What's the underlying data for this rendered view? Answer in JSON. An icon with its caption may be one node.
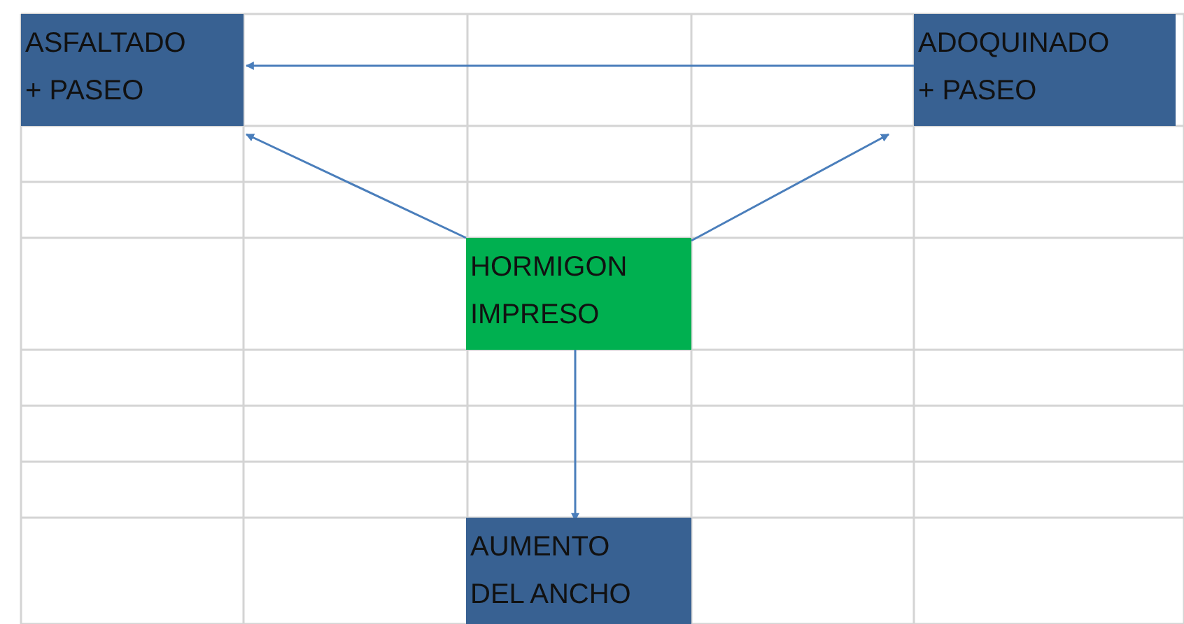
{
  "diagram": {
    "nodes": [
      {
        "text": [
          "ASFALTADO + PASEO"
        ]
      },
      {
        "text": [
          "ADOQUINADO + PASEO"
        ]
      },
      {
        "text": [
          "HORMIGON IMPRESO"
        ]
      },
      {
        "text": [
          "AUMENTO DEL ANCHO"
        ]
      }
    ],
    "edges": [
      {
        "from": 1,
        "to": 0,
        "arrow": "to"
      },
      {
        "from": 2,
        "to": 0,
        "arrow": "to"
      },
      {
        "from": 2,
        "to": 1,
        "arrow": "to"
      },
      {
        "from": 2,
        "to": 3,
        "arrow": "to"
      }
    ]
  }
}
